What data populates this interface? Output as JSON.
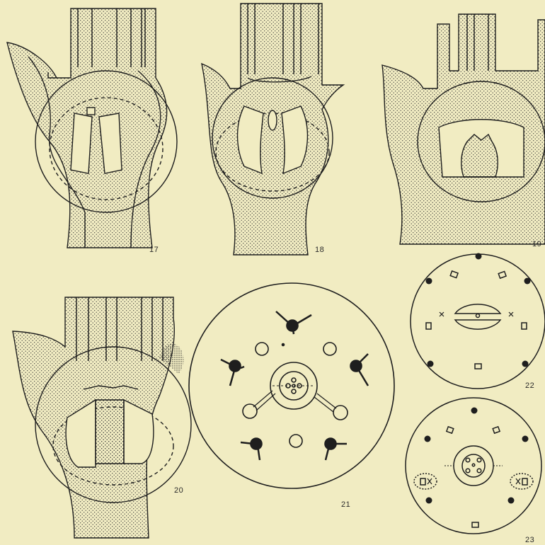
{
  "plate": {
    "background": "#f1ecc2",
    "ink": "#1e1e1e",
    "figures": [
      {
        "id": "17",
        "label": "17"
      },
      {
        "id": "18",
        "label": "18"
      },
      {
        "id": "19",
        "label": "19"
      },
      {
        "id": "20",
        "label": "20"
      },
      {
        "id": "21",
        "label": "21"
      },
      {
        "id": "22",
        "label": "22"
      },
      {
        "id": "23",
        "label": "23"
      }
    ]
  }
}
